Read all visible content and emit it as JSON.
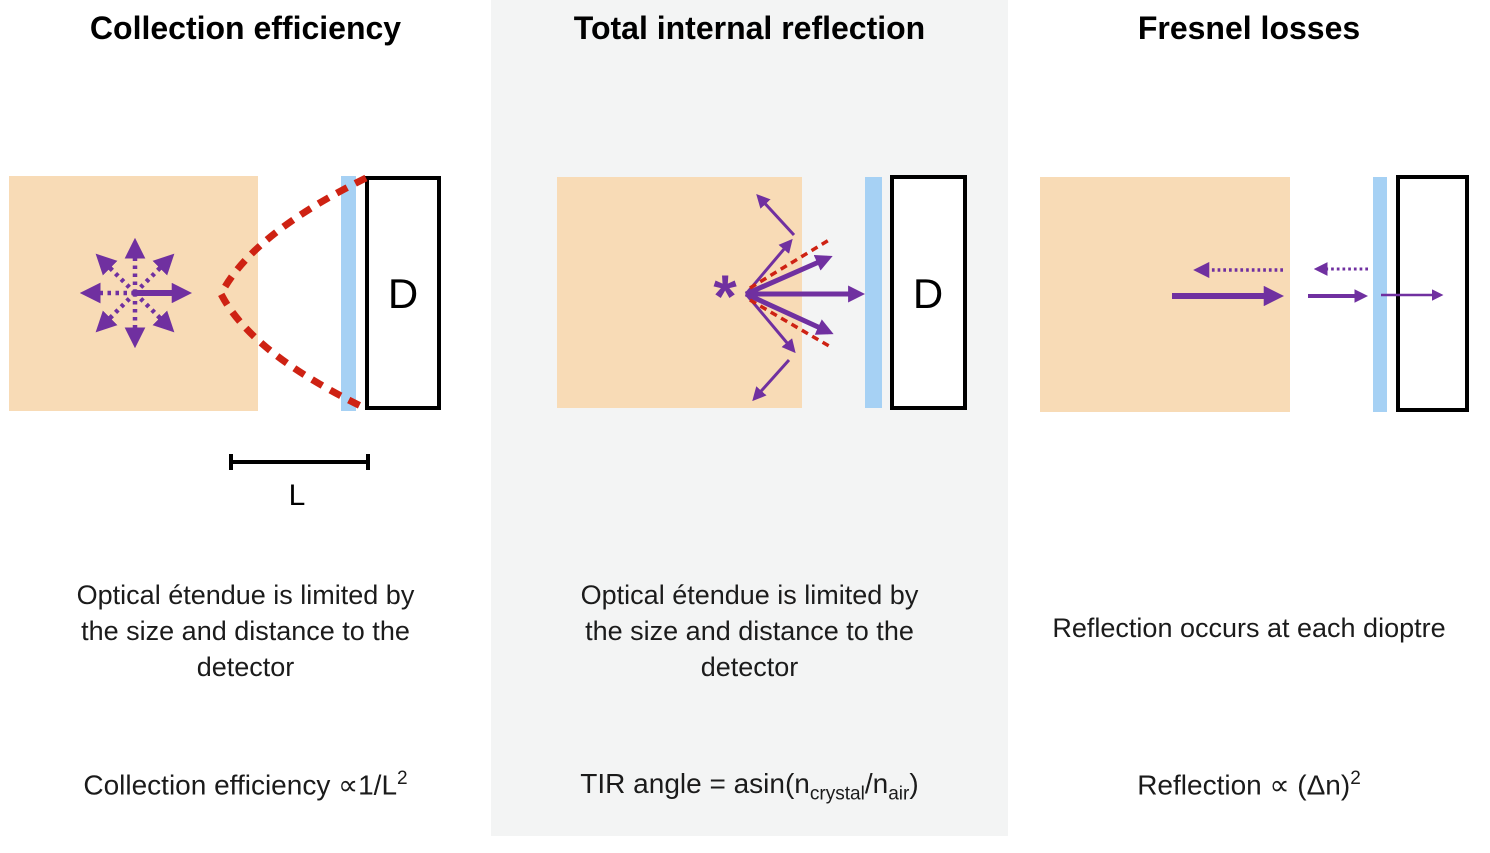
{
  "colors": {
    "crystal": "#F8DBB6",
    "window": "#A6D1F4",
    "arrow": "#7030A0",
    "red": "#CE2213",
    "panel2": "#F3F4F4",
    "ink": "#1B1B1B"
  },
  "panels": [
    {
      "title": "Collection efficiency",
      "caption_lines": [
        "Optical étendue is limited by",
        "the size and distance to the",
        "detector"
      ],
      "formula": {
        "body": "Collection efficiency ∝1/L",
        "sup": "2"
      },
      "detector_label": "D",
      "distance_label": "L"
    },
    {
      "title": "Total internal reflection",
      "caption_lines": [
        "Optical étendue is limited by",
        "the size and distance to the",
        "detector"
      ],
      "formula": {
        "p1": "TIR angle = asin(n",
        "sub1": "crystal",
        "p2": "/n",
        "sub2": "air",
        "p3": ")"
      },
      "detector_label": "D",
      "emission_point_label": "*"
    },
    {
      "title": "Fresnel losses",
      "caption_lines": [
        "Reflection occurs at each dioptre"
      ],
      "formula": {
        "body": "Reflection ∝ (Δn)",
        "sup": "2"
      }
    }
  ]
}
